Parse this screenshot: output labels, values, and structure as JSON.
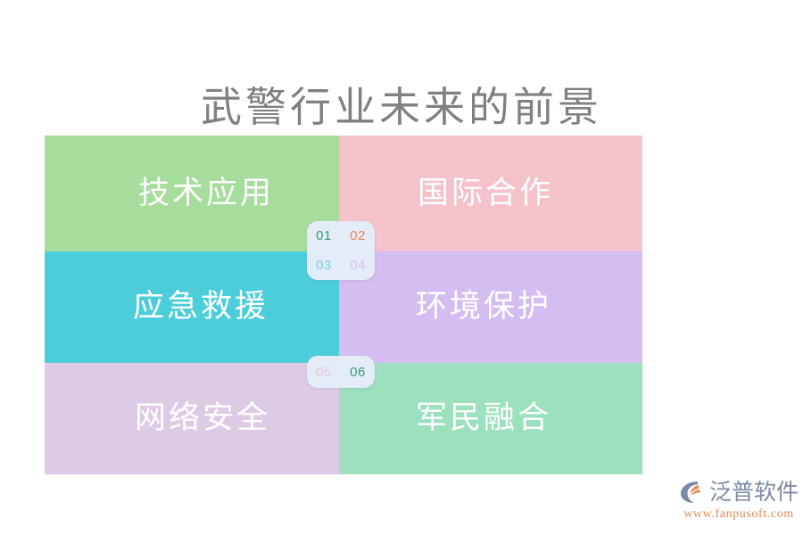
{
  "slide": {
    "title": "武警行业未来的前景",
    "title_color": "#808080",
    "background": "#ffffff"
  },
  "grid": {
    "cells": [
      {
        "label": "技术应用",
        "bg": "#a6dd9c",
        "text_color": "#ffffff",
        "position": "row1-col1"
      },
      {
        "label": "国际合作",
        "bg": "#f4c2cb",
        "text_color": "#ffffff",
        "position": "row1-col2"
      },
      {
        "label": "应急救援",
        "bg": "#4ccdda",
        "text_color": "#ffffff",
        "position": "row2-col1"
      },
      {
        "label": "环境保护",
        "bg": "#d4bdf0",
        "text_color": "#ffffff",
        "position": "row2-col2"
      },
      {
        "label": "网络安全",
        "bg": "#ddcbe6",
        "text_color": "#ffffff",
        "position": "row3-col1"
      },
      {
        "label": "军民融合",
        "bg": "#9ce0c0",
        "text_color": "#ffffff",
        "position": "row3-col2"
      }
    ]
  },
  "badges": [
    {
      "name": "badge-top",
      "bg": "#e4ecf7",
      "numbers": [
        {
          "text": "01",
          "color": "#2f9e6e"
        },
        {
          "text": "02",
          "color": "#f4815c"
        },
        {
          "text": "03",
          "color": "#6fd3e0"
        },
        {
          "text": "04",
          "color": "#d6c0ee"
        }
      ]
    },
    {
      "name": "badge-bottom",
      "bg": "#e4ecf7",
      "numbers": [
        {
          "text": "05",
          "color": "#e8c3d6"
        },
        {
          "text": "06",
          "color": "#2f9e6e"
        }
      ]
    }
  ],
  "logo": {
    "brand": "泛普软件",
    "url": "www.fanpusoft.com",
    "brand_color": "#7b8aa5",
    "url_color": "#e08a5a",
    "mark_color": "#7b8aa5",
    "mark_accent": "#e08a5a"
  }
}
